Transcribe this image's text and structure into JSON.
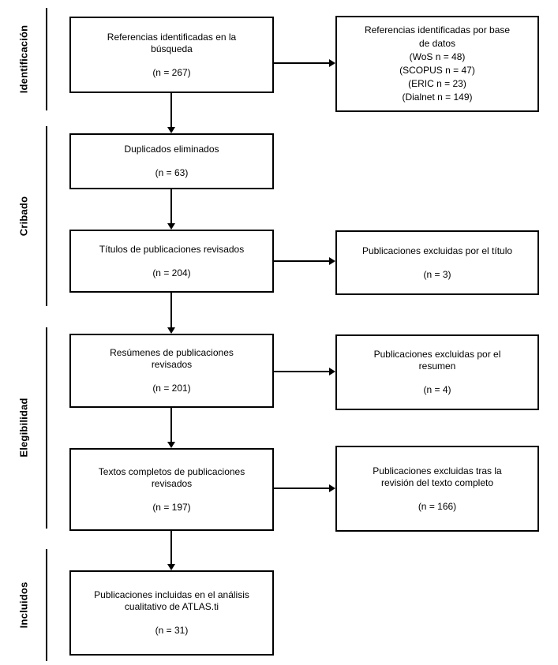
{
  "stages": [
    {
      "label": "Identificación"
    },
    {
      "label": "Cribado"
    },
    {
      "label": "Elegibilidad"
    },
    {
      "label": "Incluidos"
    }
  ],
  "main_boxes": [
    {
      "lines": [
        "Referencias identificadas en la",
        "búsqueda"
      ],
      "count": "(n = 267)"
    },
    {
      "lines": [
        "Duplicados eliminados"
      ],
      "count": "(n = 63)"
    },
    {
      "lines": [
        "Títulos de publicaciones revisados"
      ],
      "count": "(n = 204)"
    },
    {
      "lines": [
        "Resúmenes de publicaciones",
        "revisados"
      ],
      "count": "(n = 201)"
    },
    {
      "lines": [
        "Textos completos de publicaciones",
        "revisados"
      ],
      "count": "(n = 197)"
    },
    {
      "lines": [
        "Publicaciones incluidas en el análisis",
        "cualitativo de ATLAS.ti"
      ],
      "count": "(n = 31)"
    }
  ],
  "side_boxes": [
    {
      "lines": [
        "Referencias identificadas por base",
        "de datos",
        "(WoS n = 48)",
        "(SCOPUS n = 47)",
        "(ERIC n = 23)",
        "(Dialnet n = 149)"
      ]
    },
    {
      "lines": [
        "Publicaciones excluidas por el título"
      ],
      "count": "(n = 3)"
    },
    {
      "lines": [
        "Publicaciones excluidas por el",
        "resumen"
      ],
      "count": "(n = 4)"
    },
    {
      "lines": [
        "Publicaciones excluidas tras la",
        "revisión del texto completo"
      ],
      "count": "(n = 166)"
    }
  ],
  "colors": {
    "box_border": "#000000",
    "text": "#000000",
    "background": "#ffffff"
  }
}
